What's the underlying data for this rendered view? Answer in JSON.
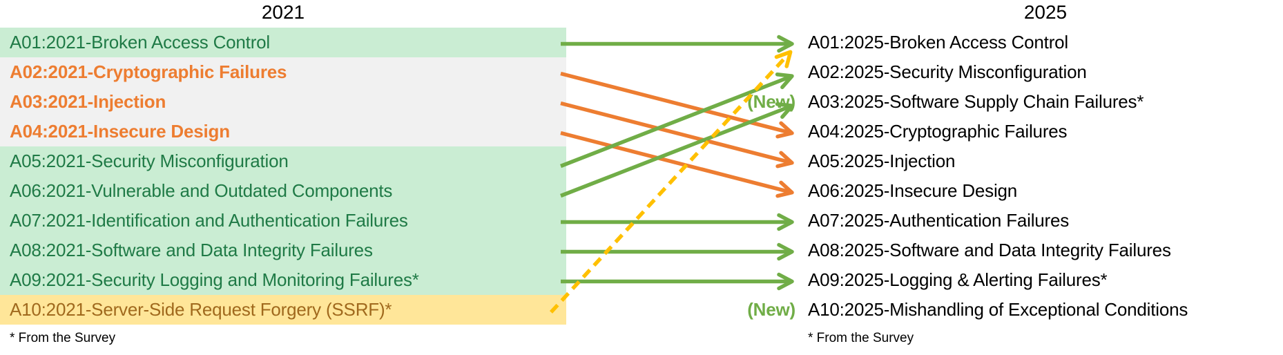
{
  "left": {
    "header": "2021",
    "footnote": "* From the Survey",
    "items": [
      {
        "code": "A01",
        "label": "A01:2021-Broken Access Control",
        "style": "green"
      },
      {
        "code": "A02",
        "label": "A02:2021-Cryptographic Failures",
        "style": "orange"
      },
      {
        "code": "A03",
        "label": "A03:2021-Injection",
        "style": "orange"
      },
      {
        "code": "A04",
        "label": "A04:2021-Insecure Design",
        "style": "orange"
      },
      {
        "code": "A05",
        "label": "A05:2021-Security Misconfiguration",
        "style": "green"
      },
      {
        "code": "A06",
        "label": "A06:2021-Vulnerable and Outdated Components",
        "style": "green"
      },
      {
        "code": "A07",
        "label": "A07:2021-Identification and Authentication Failures",
        "style": "green"
      },
      {
        "code": "A08",
        "label": "A08:2021-Software and Data Integrity Failures",
        "style": "green"
      },
      {
        "code": "A09",
        "label": "A09:2021-Security Logging and Monitoring Failures*",
        "style": "green"
      },
      {
        "code": "A10",
        "label": "A10:2021-Server-Side Request Forgery (SSRF)*",
        "style": "yellow"
      }
    ]
  },
  "right": {
    "header": "2025",
    "footnote": "* From the Survey",
    "items": [
      {
        "code": "A01",
        "label": "A01:2025-Broken Access Control",
        "is_new": false,
        "new_label": ""
      },
      {
        "code": "A02",
        "label": "A02:2025-Security Misconfiguration",
        "is_new": false,
        "new_label": ""
      },
      {
        "code": "A03",
        "label": "A03:2025-Software Supply Chain Failures*",
        "is_new": true,
        "new_label": "(New)"
      },
      {
        "code": "A04",
        "label": "A04:2025-Cryptographic Failures",
        "is_new": false,
        "new_label": ""
      },
      {
        "code": "A05",
        "label": "A05:2025-Injection",
        "is_new": false,
        "new_label": ""
      },
      {
        "code": "A06",
        "label": "A06:2025-Insecure Design",
        "is_new": false,
        "new_label": ""
      },
      {
        "code": "A07",
        "label": "A07:2025-Authentication Failures",
        "is_new": false,
        "new_label": ""
      },
      {
        "code": "A08",
        "label": "A08:2025-Software and Data Integrity Failures",
        "is_new": false,
        "new_label": ""
      },
      {
        "code": "A09",
        "label": "A09:2025-Logging & Alerting Failures*",
        "is_new": false,
        "new_label": ""
      },
      {
        "code": "A10",
        "label": "A10:2025-Mishandling of Exceptional Conditions",
        "is_new": true,
        "new_label": "(New)"
      }
    ]
  },
  "mappings": [
    {
      "from": "A01",
      "to": "A01",
      "color": "green",
      "style": "solid"
    },
    {
      "from": "A02",
      "to": "A04",
      "color": "orange",
      "style": "solid"
    },
    {
      "from": "A03",
      "to": "A05",
      "color": "orange",
      "style": "solid"
    },
    {
      "from": "A04",
      "to": "A06",
      "color": "orange",
      "style": "solid"
    },
    {
      "from": "A05",
      "to": "A02",
      "color": "green",
      "style": "solid"
    },
    {
      "from": "A06",
      "to": "A03",
      "color": "green",
      "style": "solid"
    },
    {
      "from": "A07",
      "to": "A07",
      "color": "green",
      "style": "solid"
    },
    {
      "from": "A08",
      "to": "A08",
      "color": "green",
      "style": "solid"
    },
    {
      "from": "A09",
      "to": "A09",
      "color": "green",
      "style": "solid"
    },
    {
      "from": "A10",
      "to": "A01",
      "color": "yellow",
      "style": "dashed"
    }
  ],
  "colors": {
    "arrows": {
      "green": "#70AD47",
      "orange": "#ED7D31",
      "yellow": "#FFC000"
    },
    "row_green_bg": "#CAEDD3",
    "row_gray_bg": "#F1F1F1",
    "row_yellow_bg": "#FFE699",
    "green_text": "#1F7A46",
    "orange_text": "#ED7D31",
    "brown_text": "#A0691D",
    "new_label": "#70AD47",
    "heading_text": "#000000"
  }
}
